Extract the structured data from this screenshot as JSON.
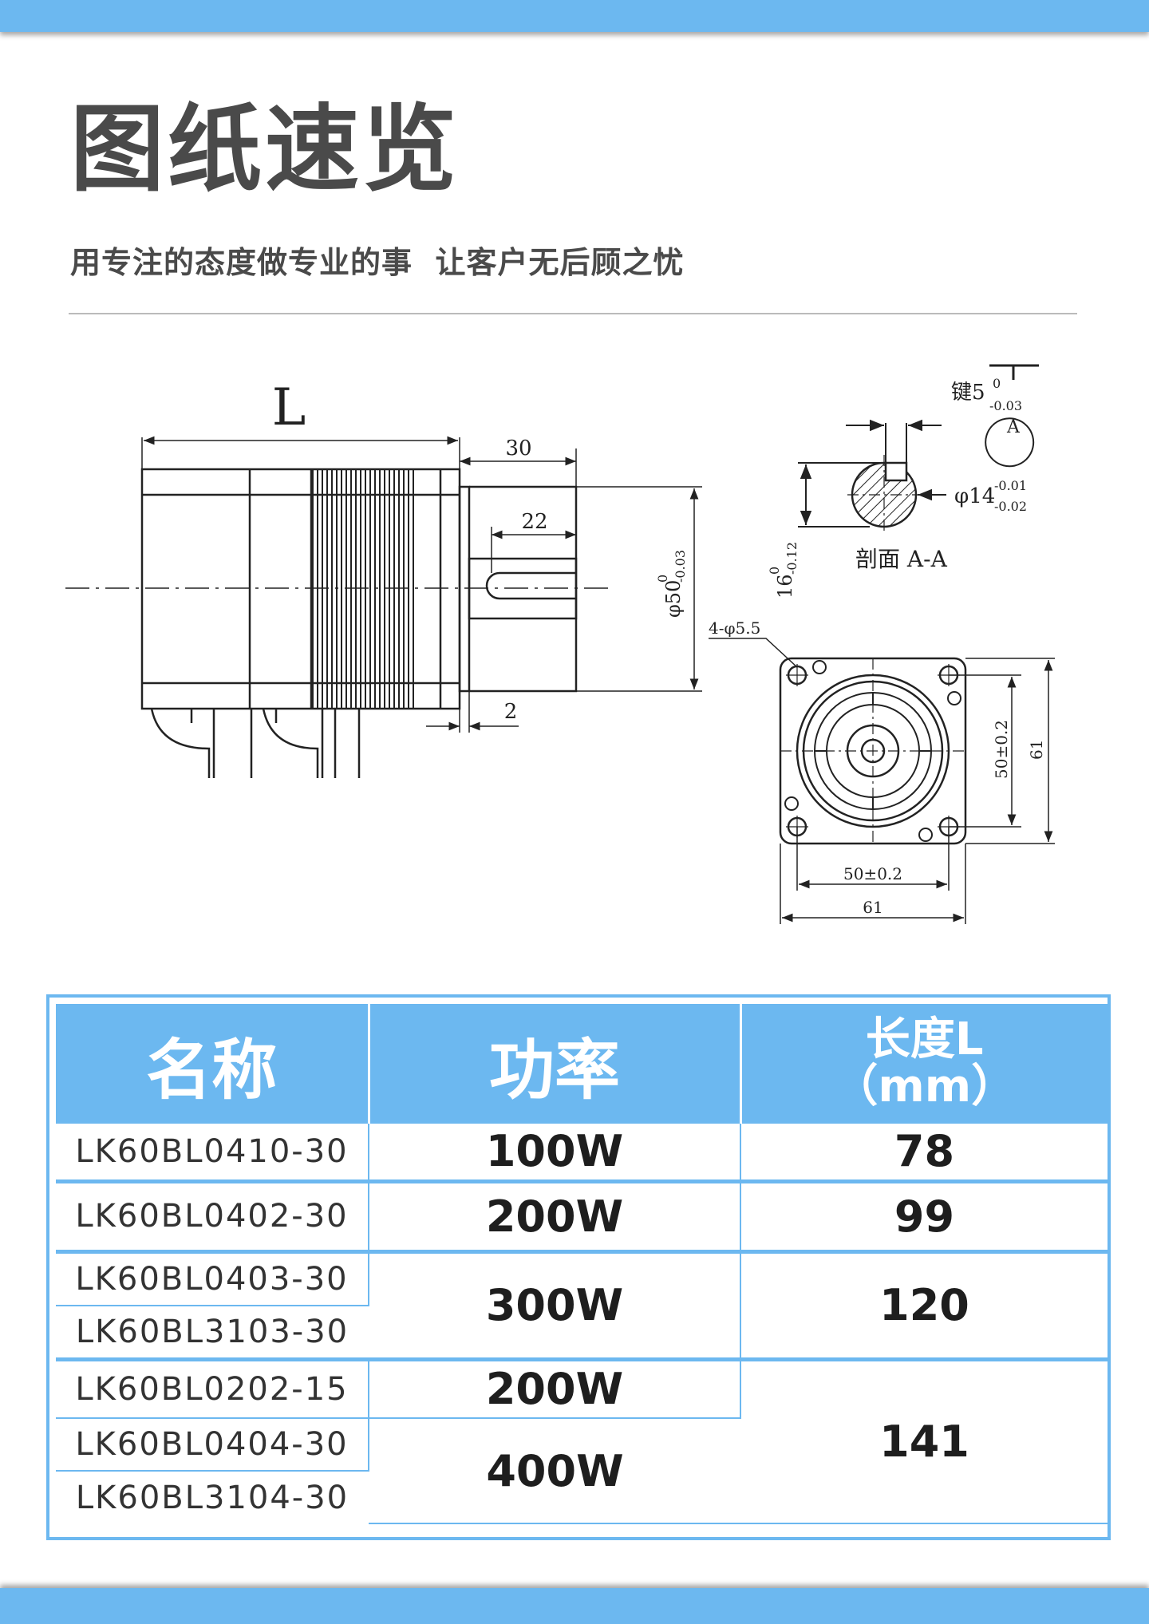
{
  "header": {
    "title": "图纸速览",
    "subtitle": "用专注的态度做专业的事  让客户无后顾之忧"
  },
  "drawing": {
    "label_L": "L",
    "dim_shaft_len": "30",
    "dim_key_len": "22",
    "dim_shaft_dia": "φ50",
    "dim_shaft_dia_tol_upper": "0",
    "dim_shaft_dia_tol_lower": "-0.03",
    "dim_flange_step": "2",
    "key_label": "键5",
    "key_tol_upper": "0",
    "key_tol_lower": "-0.03",
    "section_marker": "A",
    "shaft_dia": "φ14",
    "shaft_dia_tol_upper": "-0.01",
    "shaft_dia_tol_lower": "-0.02",
    "key_height": "16",
    "key_height_tol_upper": "0",
    "key_height_tol_lower": "-0.12",
    "section_label": "剖面 A-A",
    "holes_label": "4-φ5.5",
    "dim_hole_spacing_v": "50±0.2",
    "dim_flange_v": "61",
    "dim_hole_spacing_h": "50±0.2",
    "dim_flange_h": "61"
  },
  "table": {
    "headers": {
      "name": "名称",
      "power": "功率",
      "length_line1": "长度L",
      "length_line2": "（mm）"
    },
    "rows": [
      {
        "name": "LK60BL0410-30",
        "power": "100W",
        "length": "78"
      },
      {
        "name": "LK60BL0402-30",
        "power": "200W",
        "length": "99"
      },
      {
        "name": "LK60BL0403-30",
        "power": "300W",
        "length": "120"
      },
      {
        "name": "LK60BL3103-30"
      },
      {
        "name": "LK60BL0202-15",
        "power": "200W",
        "length": "141"
      },
      {
        "name": "LK60BL0404-30",
        "power": "400W"
      },
      {
        "name": "LK60BL3104-30"
      }
    ]
  }
}
